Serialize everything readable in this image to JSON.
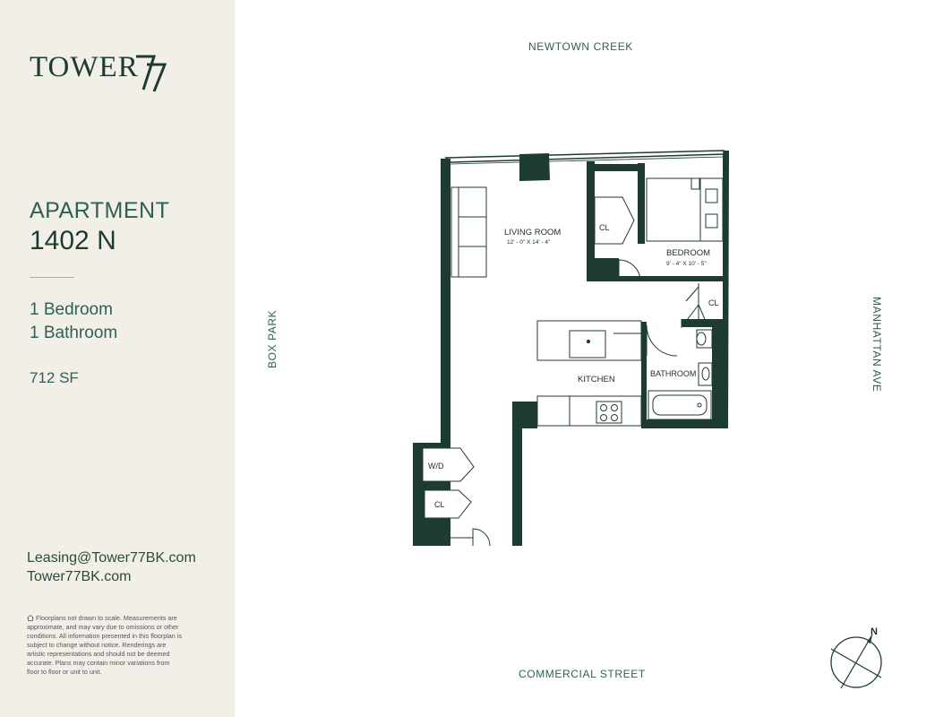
{
  "brand": {
    "name": "TOWER",
    "number_mark": "77"
  },
  "apartment": {
    "label": "APARTMENT",
    "number": "1402 N"
  },
  "specs": {
    "bedrooms": "1 Bedroom",
    "bathrooms": "1 Bathroom",
    "area": "712 SF"
  },
  "contact": {
    "email": "Leasing@Tower77BK.com",
    "website": "Tower77BK.com"
  },
  "disclaimer": "Floorplans not drawn to scale. Measurements are approximate, and may vary due to omissions or other conditions. All information presented in this floorplan is subject to change without notice. Renderings are artistic representations and should not be deemed accurate. Plans may contain minor variations from floor to floor or unit to unit.",
  "streets": {
    "north": "NEWTOWN CREEK",
    "south": "COMMERCIAL STREET",
    "west": "BOX PARK",
    "east": "MANHATTAN AVE"
  },
  "rooms": {
    "living_room": "LIVING ROOM",
    "living_room_dims": "12' - 0\" X 14' - 4\"",
    "bedroom": "BEDROOM",
    "bedroom_dims": "9' - 4\" X 10' - 5\"",
    "bathroom": "BATHROOM",
    "kitchen": "KITCHEN",
    "closet_bedroom": "CL",
    "closet_hall": "CL",
    "closet_entry": "CL",
    "washer_dryer": "W/D"
  },
  "compass": {
    "label": "N"
  },
  "colors": {
    "wall": "#1d3b2e",
    "sidebar_bg": "#f2efe8",
    "accent_line": "#c4a78b"
  }
}
